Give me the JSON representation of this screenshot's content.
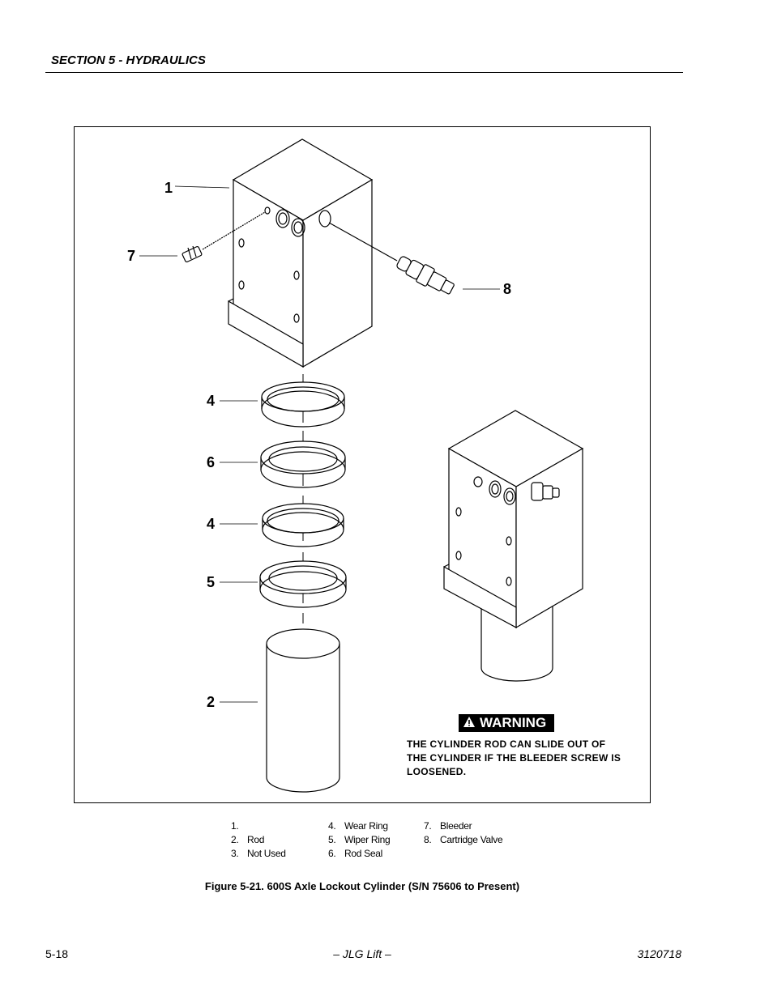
{
  "header": {
    "section_title": "SECTION 5 - HYDRAULICS"
  },
  "callouts": {
    "c1": "1",
    "c7": "7",
    "c8": "8",
    "c4a": "4",
    "c6": "6",
    "c4b": "4",
    "c5": "5",
    "c2": "2"
  },
  "warning": {
    "banner": "WARNING",
    "text": "THE CYLINDER ROD CAN SLIDE OUT OF THE CYLINDER IF THE BLEEDER SCREW IS LOOSENED."
  },
  "legend": {
    "col1": [
      {
        "num": "1.",
        "label": ""
      },
      {
        "num": "2.",
        "label": "Rod"
      },
      {
        "num": "3.",
        "label": "Not Used"
      }
    ],
    "col2": [
      {
        "num": "4.",
        "label": "Wear Ring"
      },
      {
        "num": "5.",
        "label": "Wiper Ring"
      },
      {
        "num": "6.",
        "label": "Rod Seal"
      }
    ],
    "col3": [
      {
        "num": "7.",
        "label": "Bleeder"
      },
      {
        "num": "8.",
        "label": "Cartridge Valve"
      }
    ]
  },
  "caption": "Figure 5-21.  600S Axle Lockout Cylinder (S/N 75606 to Present)",
  "footer": {
    "page": "5-18",
    "center": "– JLG Lift –",
    "doc_number": "3120718"
  }
}
